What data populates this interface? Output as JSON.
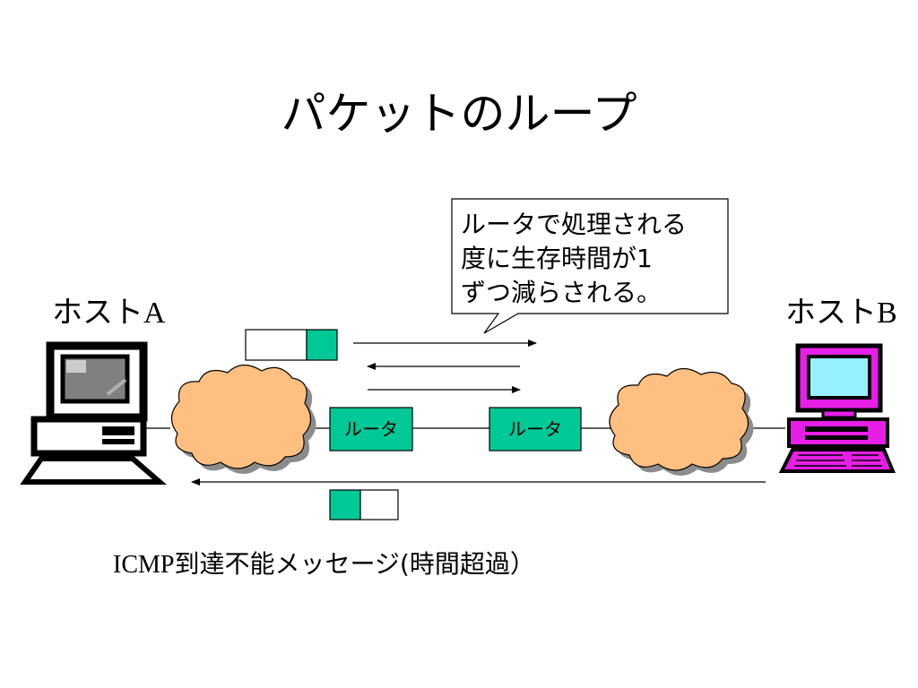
{
  "title": "パケットのループ",
  "host_a": {
    "name": "ホスト",
    "letter": "A"
  },
  "host_b": {
    "name": "ホスト",
    "letter": "B"
  },
  "callout": {
    "lines": [
      "ルータで処理される",
      "度に生存時間が1",
      "ずつ減らされる。"
    ]
  },
  "router_1": {
    "label": "ルータ"
  },
  "router_2": {
    "label": "ルータ"
  },
  "icmp_message": {
    "latin": "ICMP",
    "text": "到達不能メッセージ(時間超過）"
  },
  "colors": {
    "router_fill": "#00c896",
    "cloud_fill": "#ffbf80",
    "host_b_body": "#e61ee6",
    "host_b_screen": "#96f0ff",
    "packet_header": "#00c896"
  },
  "icons": {
    "host_a": "computer-monochrome-icon",
    "host_b": "computer-magenta-icon",
    "network_clouds": "cloud-icon"
  }
}
